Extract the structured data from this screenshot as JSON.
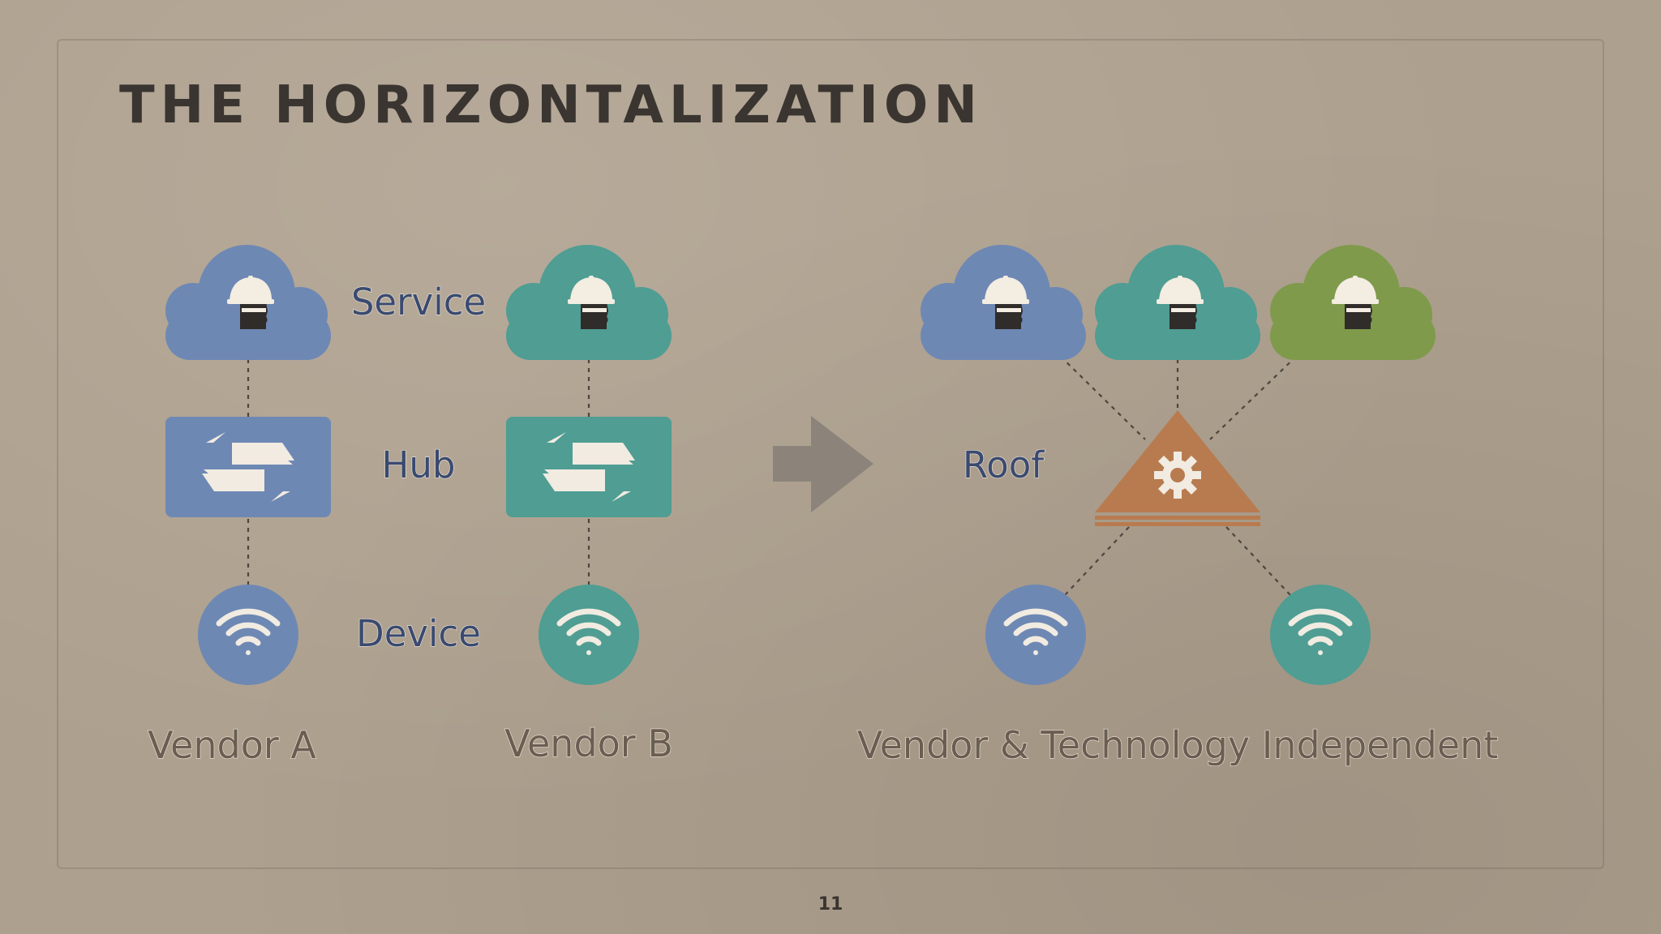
{
  "slide": {
    "title": "THE HORIZONTALIZATION",
    "page_number": "11"
  },
  "labels": {
    "service": "Service",
    "hub": "Hub",
    "device": "Device",
    "roof": "Roof"
  },
  "vendors": {
    "a": "Vendor A",
    "b": "Vendor B",
    "independent": "Vendor & Technology Independent"
  },
  "colors": {
    "blue": "#6e88b4",
    "teal": "#4f9d93",
    "green": "#7f9a4b",
    "roof": "#b87b4f",
    "arrow": "#8c847b",
    "title": "#3a3530",
    "layer_label": "#3a4a70",
    "vendor_label": "#6a5e52"
  },
  "icons": {
    "service": "cloud-worker-icon",
    "hub": "hub-exchange-icon",
    "device": "wifi-device-icon",
    "roof": "roof-gear-icon",
    "transition": "right-arrow-icon"
  }
}
